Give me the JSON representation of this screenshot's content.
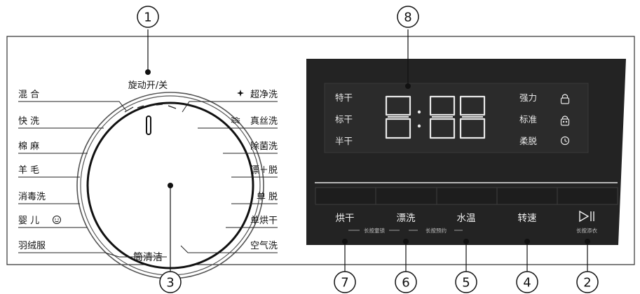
{
  "callouts": [
    "1",
    "2",
    "3",
    "4",
    "5",
    "6",
    "7",
    "8"
  ],
  "dial": {
    "knob_label": "旋动开/关",
    "bottom_label": "筒清洁",
    "programs_left": [
      "混 合",
      "快 洗",
      "棉 麻",
      "羊 毛",
      "消毒洗",
      "婴 儿",
      "羽绒服"
    ],
    "programs_right": [
      "超净洗",
      "真丝洗",
      "除菌洗",
      "漂＋脱",
      "单 脱",
      "单烘干",
      "空气洗"
    ]
  },
  "display": {
    "dry_levels": [
      "特干",
      "标干",
      "半干"
    ],
    "digits": "8:88",
    "spin_modes": [
      "强力",
      "标准",
      "柔脱"
    ]
  },
  "buttons": {
    "labels": [
      "烘干",
      "漂洗",
      "水温",
      "转速"
    ],
    "play_pause_glyph": "▷||",
    "hint_lock": "长按童锁",
    "hint_schedule": "长按预约",
    "hint_add": "长按添衣"
  },
  "colors": {
    "panel_dark": "#232323",
    "background": "#ffffff",
    "line": "#111111",
    "display_text": "#e6e6e6"
  }
}
